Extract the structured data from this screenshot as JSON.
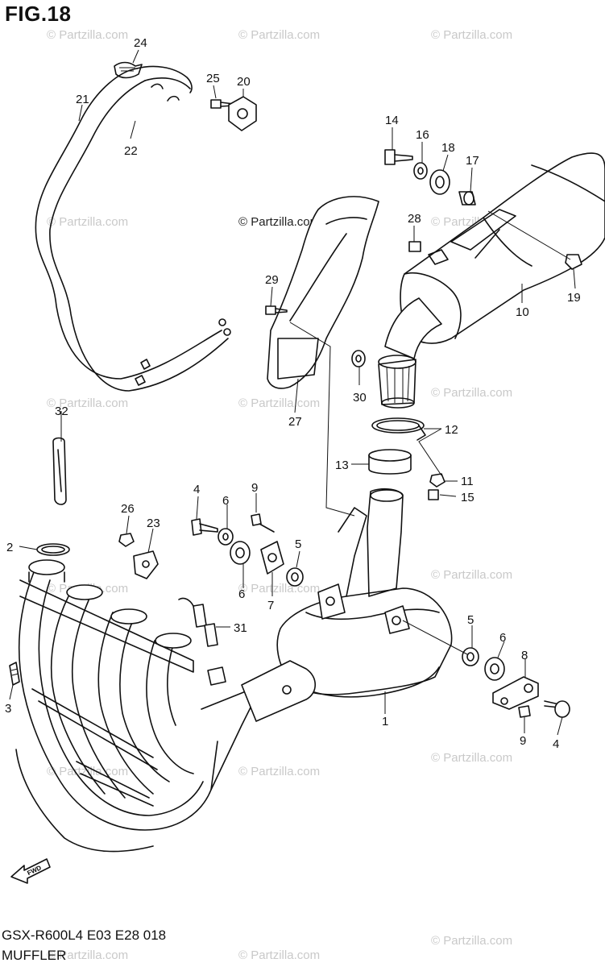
{
  "figure": {
    "title": "FIG.18",
    "model_code": "GSX-R600L4  E03  E28  018",
    "section_name": "MUFFLER",
    "watermark_text": "© Partzilla.com",
    "callouts": [
      "24",
      "25",
      "20",
      "21",
      "22",
      "14",
      "16",
      "18",
      "17",
      "28",
      "29",
      "10",
      "19",
      "30",
      "27",
      "12",
      "32",
      "13",
      "11",
      "15",
      "4",
      "6",
      "9",
      "26",
      "23",
      "2",
      "5",
      "7",
      "31",
      "3",
      "1",
      "8"
    ],
    "fwd_arrow_label": "FWD"
  }
}
